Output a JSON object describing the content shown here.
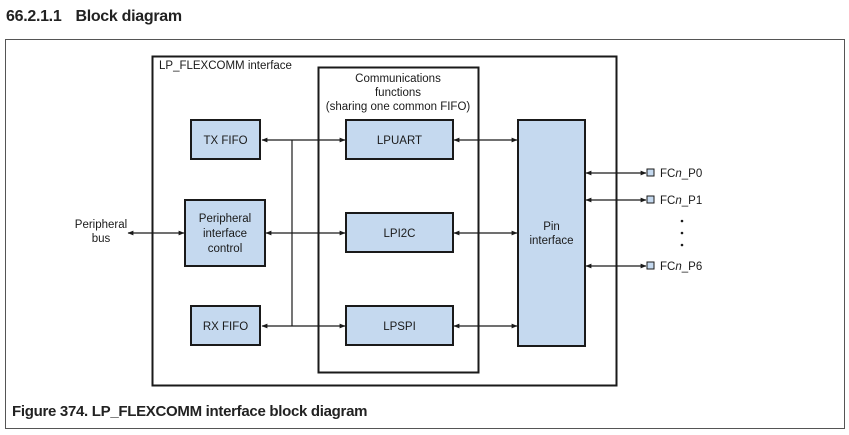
{
  "section": {
    "number": "66.2.1.1",
    "title": "Block diagram"
  },
  "figure": {
    "caption": "Figure 374.  LP_FLEXCOMM interface block diagram"
  },
  "colors": {
    "block_fill": "#c5d9ef",
    "line": "#1a1a1a",
    "frame": "#555555"
  },
  "diagram": {
    "container_label": "LP_FLEXCOMM interface",
    "comm_group_label": [
      "Communications",
      "functions",
      "(sharing one common FIFO)"
    ],
    "external_label": [
      "Peripheral",
      "bus"
    ],
    "blocks": {
      "tx_fifo": "TX FIFO",
      "rx_fifo": "RX FIFO",
      "peripheral_control": [
        "Peripheral",
        "interface",
        "control"
      ],
      "lpuart": "LPUART",
      "lpi2c": "LPI2C",
      "lpspi": "LPSPI",
      "pin_interface": [
        "Pin",
        "interface"
      ]
    },
    "pins": [
      {
        "prefix": "FC",
        "italic": "n",
        "suffix": "_P0"
      },
      {
        "prefix": "FC",
        "italic": "n",
        "suffix": "_P1"
      },
      {
        "prefix": "FC",
        "italic": "n",
        "suffix": "_P6"
      }
    ],
    "ellipsis": "⋮"
  }
}
